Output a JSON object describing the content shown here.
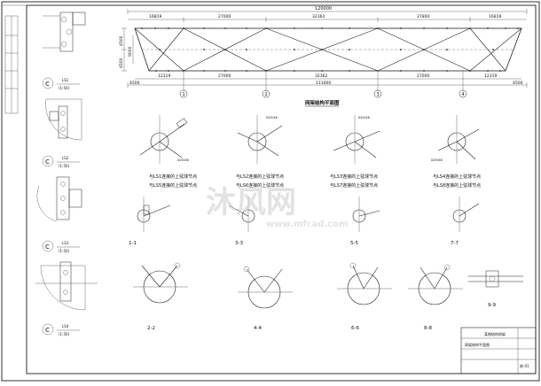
{
  "plan": {
    "top_total": "120000",
    "top_segments": [
      "16819",
      "27000",
      "32362",
      "27800",
      "16819"
    ],
    "bottom_segments": [
      "12319",
      "27000",
      "32362",
      "27000",
      "12319"
    ],
    "bottom_total": "111000",
    "left_dims": [
      "4500",
      "4500"
    ],
    "left_total": "9000",
    "side_dims": [
      "4500",
      "4500"
    ],
    "axis_labels": [
      "1",
      "2",
      "3",
      "4"
    ],
    "title": "网架结构平面图"
  },
  "details": {
    "details_c": [
      {
        "letter": "C",
        "code": "LS1",
        "scale": "(1:50)"
      },
      {
        "letter": "C",
        "code": "LS2",
        "scale": "(1:50)"
      },
      {
        "letter": "C",
        "code": "LS3",
        "scale": "(1:50)"
      },
      {
        "letter": "C",
        "code": "LS4",
        "scale": "(1:50)"
      }
    ],
    "node_captions": [
      "与LS1连接的上弦球节点",
      "与LS2连接的上弦球节点",
      "与LS3连接的上弦球节点",
      "与LS4连接的上弦球节点",
      "与LS5连接的上弦球节点",
      "与LS6连接的上弦球节点",
      "与LS7连接的上弦球节点",
      "与LS8连接的上弦球节点"
    ],
    "sections_row1": [
      "1-1",
      "3-3",
      "5-5",
      "7-7"
    ],
    "sections_row2": [
      "2-2",
      "4-4",
      "6-6",
      "8-8"
    ],
    "section_extra": "9-9",
    "node_label": "D250X8"
  },
  "titleblock": {
    "line1": "某钢结构网架",
    "line2": "网架结构平面图",
    "dwg_no": "结-01"
  },
  "watermark": {
    "text": "沐风网",
    "url": "www.mfcad.com"
  }
}
